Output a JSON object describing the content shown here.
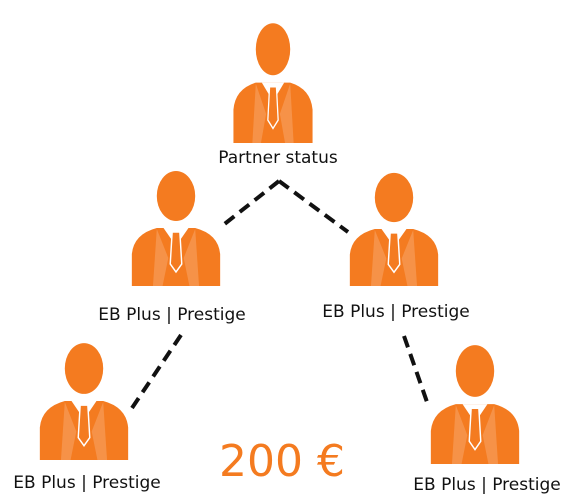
{
  "nodes": [
    {
      "label": "Partner status",
      "icon": "businessman-icon"
    },
    {
      "label": "EB Plus | Prestige",
      "icon": "businessman-icon"
    },
    {
      "label": "EB Plus | Prestige",
      "icon": "businessman-icon"
    },
    {
      "label": "EB Plus | Prestige",
      "icon": "businessman-icon"
    },
    {
      "label": "EB Plus | Prestige",
      "icon": "businessman-icon"
    }
  ],
  "amount": "200 €",
  "colors": {
    "icon": "#f47b20",
    "shirt": "#ffffff",
    "tie": "#f47b20",
    "connector": "#111111",
    "amount": "#f47b20",
    "text": "#111111"
  }
}
